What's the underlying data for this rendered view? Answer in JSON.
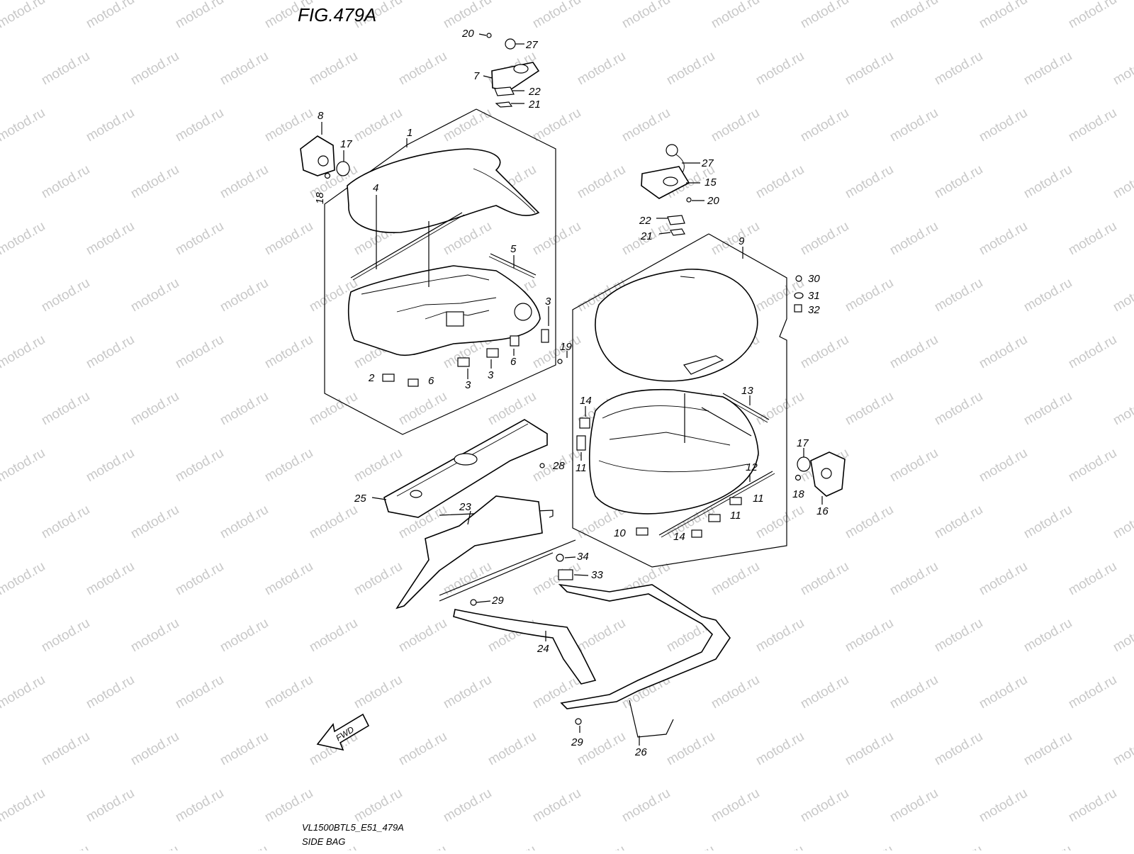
{
  "figure": {
    "title": "FIG.479A",
    "model_code": "VL1500BTL5_E51_479A",
    "section": "SIDE BAG",
    "watermark": "motod.ru",
    "fwd_label": "FWD"
  },
  "callouts": {
    "c1": "1",
    "c2": "2",
    "c3a": "3",
    "c3b": "3",
    "c3c": "3",
    "c4": "4",
    "c5": "5",
    "c6a": "6",
    "c6b": "6",
    "c7": "7",
    "c8": "8",
    "c9": "9",
    "c10": "10",
    "c11a": "11",
    "c11b": "11",
    "c11c": "11",
    "c12": "12",
    "c13": "13",
    "c14a": "14",
    "c14b": "14",
    "c15": "15",
    "c16": "16",
    "c17a": "17",
    "c17b": "17",
    "c18a": "18",
    "c18b": "18",
    "c19": "19",
    "c20a": "20",
    "c20b": "20",
    "c21a": "21",
    "c21b": "21",
    "c22a": "22",
    "c22b": "22",
    "c23": "23",
    "c24": "24",
    "c25": "25",
    "c26": "26",
    "c27a": "27",
    "c27b": "27",
    "c28": "28",
    "c29a": "29",
    "c29b": "29",
    "c30": "30",
    "c31": "31",
    "c32": "32",
    "c33": "33",
    "c34": "34"
  }
}
